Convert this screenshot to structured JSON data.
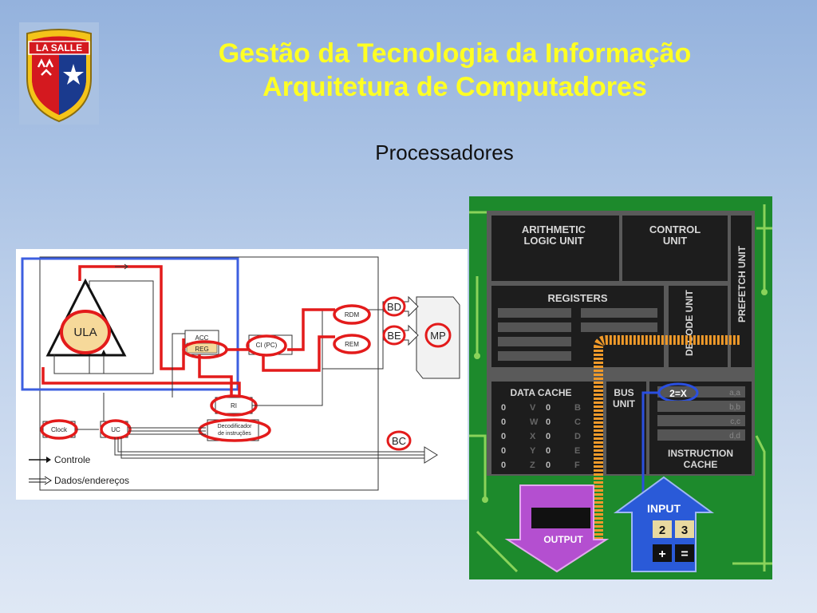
{
  "logo": {
    "text": "LA SALLE"
  },
  "header": {
    "title_line1": "Gestão da Tecnologia da Informação",
    "title_line2": "Arquitetura de Computadores",
    "subtitle": "Processadores"
  },
  "diagram": {
    "ula": "ULA",
    "acc": "ACC",
    "reg": "REG",
    "ci": "CI (PC)",
    "rdm": "RDM",
    "rem": "REM",
    "mp": "MP",
    "ri": "RI",
    "decoder_line1": "Decodificador",
    "decoder_line2": "de instruções",
    "clock": "Clock",
    "uc": "UC",
    "bd": "BD",
    "be": "BE",
    "bc": "BC",
    "legend_control": "Controle",
    "legend_data": "Dados/endereços"
  },
  "cpu_illustration": {
    "alu_line1": "ARITHMETIC",
    "alu_line2": "LOGIC UNIT",
    "cu_line1": "CONTROL",
    "cu_line2": "UNIT",
    "prefetch": "PREFETCH UNIT",
    "registers": "REGISTERS",
    "decode": "DECODE UNIT",
    "data_cache": "DATA CACHE",
    "bus_line1": "BUS",
    "bus_line2": "UNIT",
    "expr": "2=X",
    "cache_rows": [
      {
        "a": "0",
        "b": "V",
        "c": "0",
        "d": "B"
      },
      {
        "a": "0",
        "b": "W",
        "c": "0",
        "d": "C"
      },
      {
        "a": "0",
        "b": "X",
        "c": "0",
        "d": "D"
      },
      {
        "a": "0",
        "b": "Y",
        "c": "0",
        "d": "E"
      },
      {
        "a": "0",
        "b": "Z",
        "c": "0",
        "d": "F"
      }
    ],
    "instr_rows": [
      "a,a",
      "b,b",
      "c,c",
      "d,d"
    ],
    "instr_line1": "INSTRUCTION",
    "instr_line2": "CACHE",
    "output": "OUTPUT",
    "input": "INPUT",
    "key2": "2",
    "key3": "3",
    "key_plus": "+",
    "key_eq": "="
  }
}
